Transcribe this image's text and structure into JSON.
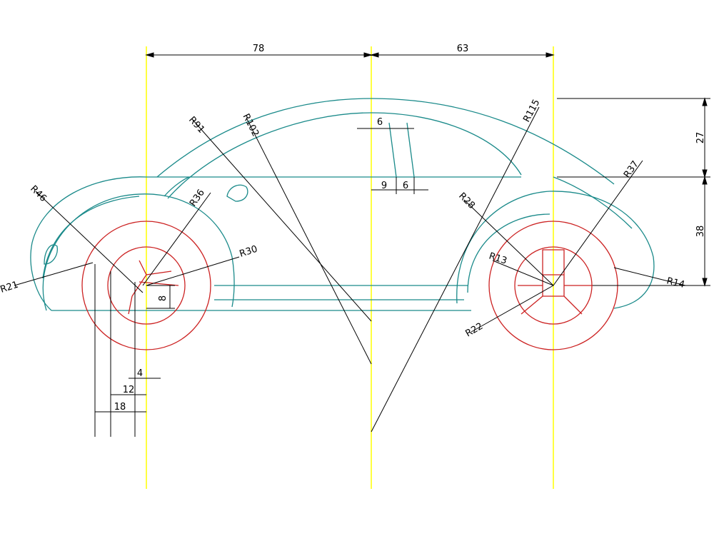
{
  "colors": {
    "background": "#ffffff",
    "body_outline": "#1a8a8a",
    "wheels": "#cc2222",
    "center_lines": "#ffff00",
    "dimensions": "#000000"
  },
  "dimensions": {
    "top_left": "78",
    "top_right": "63",
    "right_upper": "27",
    "right_lower": "38",
    "window_top": "6",
    "window_bottom_left": "9",
    "window_bottom_right": "6",
    "wheel_small_1": "4",
    "wheel_small_2": "12",
    "wheel_small_3": "18",
    "hub_height": "8"
  },
  "radii": {
    "r46": "R46",
    "r21": "R21",
    "r36": "R36",
    "r30": "R30",
    "r91": "R91",
    "r102": "R102",
    "r115": "R115",
    "r37": "R37",
    "r28": "R28",
    "r13": "R13",
    "r14": "R14",
    "r22": "R22"
  }
}
